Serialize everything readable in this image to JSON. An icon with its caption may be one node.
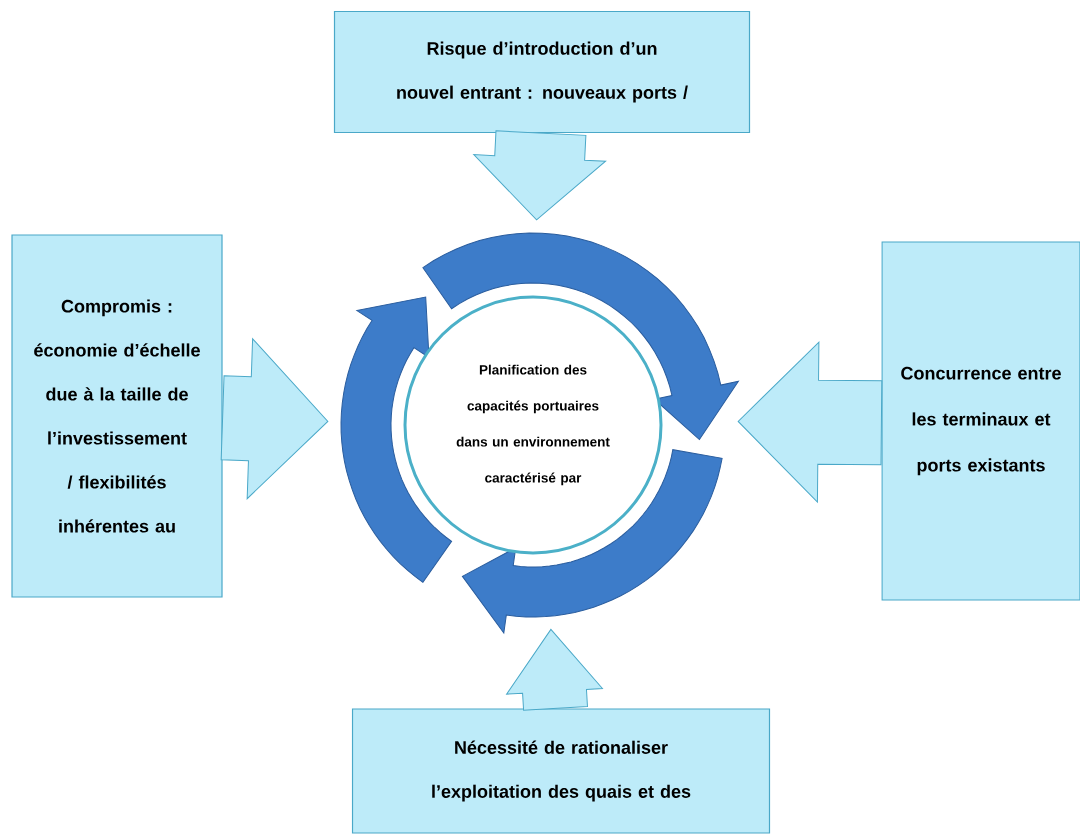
{
  "diagram": {
    "nodes": [
      {
        "text": [
          "Risque d’introduction d’un nouvel entrant : nouveaux ports /"
        ]
      },
      {
        "text": [
          "Compromis : économie d’échelle due à la taille de l’investissement / flexibilités inhérentes au"
        ]
      },
      {
        "text": [
          "Planification des capacités portuaires dans un environnement caractérisé par"
        ]
      },
      {
        "text": [
          "Concurrence entre les terminaux et ports existants"
        ]
      },
      {
        "text": [
          "Nécessité de rationaliser l’exploitation des quais et des"
        ]
      }
    ],
    "edges": [
      {
        "from": 0,
        "to": 2,
        "arrow": "to"
      },
      {
        "from": 1,
        "to": 2,
        "arrow": "to"
      },
      {
        "from": 3,
        "to": 2,
        "arrow": "to"
      },
      {
        "from": 4,
        "to": 2,
        "arrow": "to"
      }
    ]
  }
}
